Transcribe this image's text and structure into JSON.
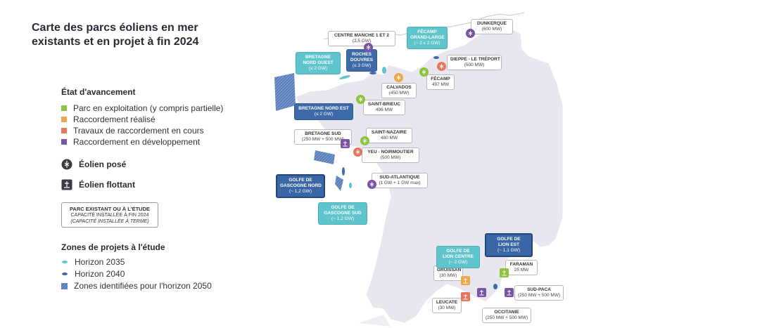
{
  "title": {
    "line1": "Carte des parcs éoliens en mer",
    "line2": "existants et en projet à fin 2024"
  },
  "legend_status": {
    "title": "État d'avancement",
    "items": [
      {
        "label": "Parc en exploitation (y compris partielle)",
        "color": "#8cc43f"
      },
      {
        "label": "Raccordement réalisé",
        "color": "#f0a64a"
      },
      {
        "label": "Travaux de raccordement en cours",
        "color": "#e8775d"
      },
      {
        "label": "Raccordement en développement",
        "color": "#7a55a6"
      }
    ]
  },
  "legend_icons": {
    "posed": "Éolien posé",
    "floating": "Éolien flottant"
  },
  "sample_box": {
    "line1": "PARC EXISTANT OU À L'ÉTUDE",
    "line2": "CAPACITÉ INSTALLÉE À FIN 2024",
    "line3": "(CAPACITÉ INSTALLÉE À TERME)"
  },
  "legend_zones": {
    "title": "Zones de projets à l'étude",
    "items": [
      {
        "label": "Horizon 2035",
        "color": "#5fc4cc"
      },
      {
        "label": "Horizon 2040",
        "color": "#3f6aa8"
      },
      {
        "label": "Zones identifiées pour l'horizon 2050",
        "color": "#4a74b4"
      }
    ]
  },
  "sites": [
    {
      "name": "CENTRE MANCHE 1 ET 2",
      "cap": "(2,5 GW)"
    },
    {
      "name": "DUNKERQUE",
      "cap": "(600 MW)"
    },
    {
      "name": "DIEPPE - LE TRÉPORT",
      "cap": "(500 MW)"
    },
    {
      "name": "FÉCAMP",
      "cap": "497 MW"
    },
    {
      "name": "CALVADOS",
      "cap": "(450 MW)"
    },
    {
      "name": "SAINT-BRIEUC",
      "cap": "496 MW"
    },
    {
      "name": "BRETAGNE SUD",
      "cap": "(250 MW + 500 MW)"
    },
    {
      "name": "SAINT-NAZAIRE",
      "cap": "480 MW"
    },
    {
      "name": "YEU - NOIRMOUTIER",
      "cap": "(500 MW)"
    },
    {
      "name": "SUD-ATLANTIQUE",
      "cap": "(1 GW + 1 GW max)"
    },
    {
      "name": "GRUISSAN",
      "cap": "(30 MW)"
    },
    {
      "name": "FARAMAN",
      "cap": "25 MW"
    },
    {
      "name": "SUD-PACA",
      "cap": "(250 MW + 500 MW)"
    },
    {
      "name": "LEUCATE",
      "cap": "(30 MW)"
    },
    {
      "name": "OCCITANIE",
      "cap": "(250 MW + 500 MW)"
    }
  ],
  "zones": [
    {
      "name1": "FÉCAMP",
      "name2": "GRAND-LARGE",
      "cap": "(~ 2 x 2 GW)"
    },
    {
      "name1": "BRETAGNE",
      "name2": "NORD OUEST",
      "cap": "(≤ 2 GW)"
    },
    {
      "name1": "ROCHES",
      "name2": "DOUVRES",
      "cap": "(≤ 3 GW)"
    },
    {
      "name1": "BRETAGNE NORD EST",
      "name2": "",
      "cap": "(≤ 2 GW)"
    },
    {
      "name1": "GOLFE DE",
      "name2": "GASCOGNE NORD",
      "cap": "(~ 1,2 GW)"
    },
    {
      "name1": "GOLFE DE",
      "name2": "GASCOGNE SUD",
      "cap": "(~ 1,2 GW)"
    },
    {
      "name1": "GOLFE DE",
      "name2": "LION CENTRE",
      "cap": "(~ 2 GW)"
    },
    {
      "name1": "GOLFE DE",
      "name2": "LION EST",
      "cap": "(~ 1,1 GW)"
    }
  ],
  "colors": {
    "land": "#e8e6ee",
    "land_border": "#ffffff"
  }
}
